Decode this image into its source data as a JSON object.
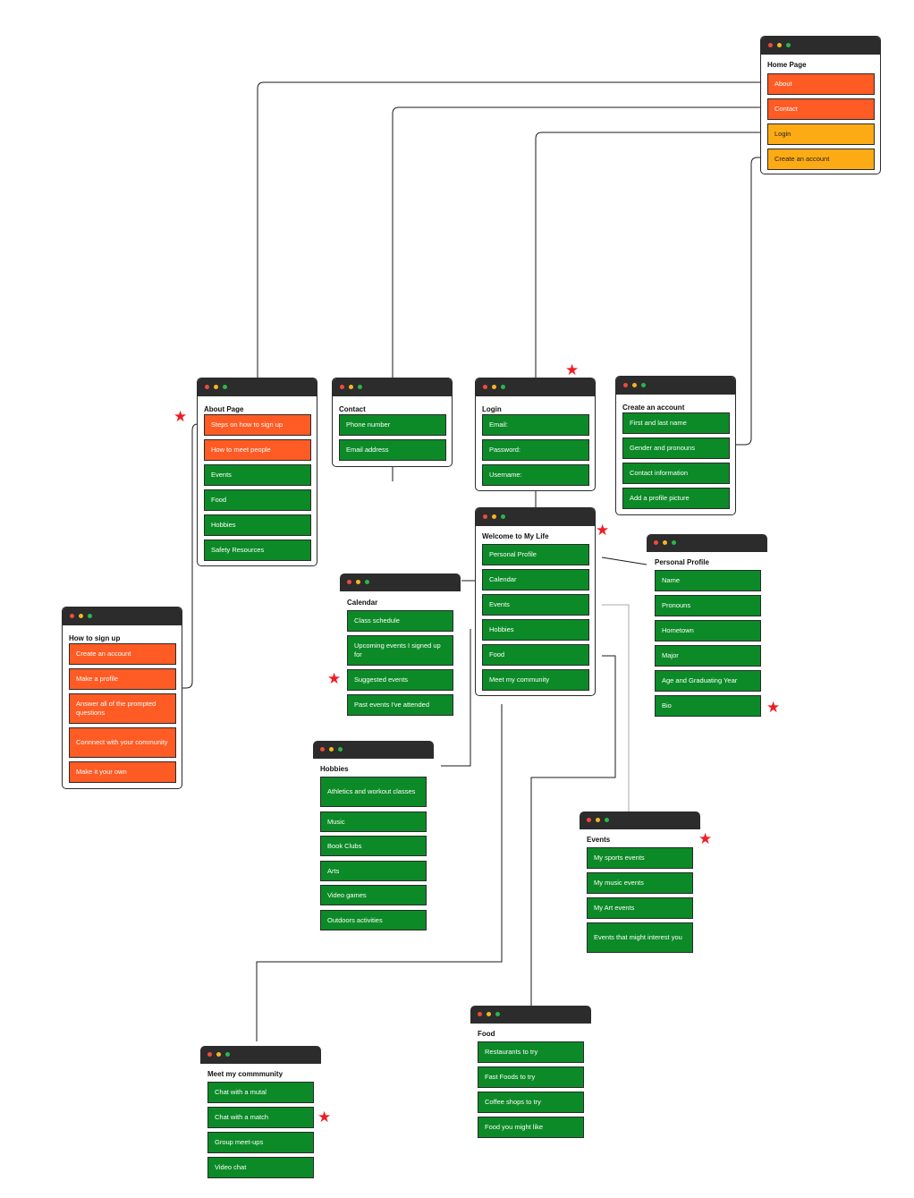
{
  "windows": {
    "home": {
      "title": "Home Page",
      "items": [
        "About",
        "Contact",
        "Login",
        "Create an account"
      ]
    },
    "about": {
      "title": "About Page",
      "items": [
        "Steps on how to sign up",
        "How to meet people",
        "Events",
        "Food",
        "Hobbies",
        "Safety Resources"
      ]
    },
    "contact": {
      "title": "Contact",
      "items": [
        "Phone number",
        "Email address"
      ]
    },
    "login": {
      "title": "Login",
      "items": [
        "Email:",
        "Password:",
        "Username:"
      ]
    },
    "create": {
      "title": "Create an account",
      "items": [
        "First and last name",
        "Gender and pronouns",
        "Contact information",
        "Add a profile picture"
      ]
    },
    "signup": {
      "title": "How to sign up",
      "items": [
        "Create an account",
        "Make a profile",
        "Answer all of the prompted questions",
        "Connnect with your community",
        "Make it your own"
      ]
    },
    "welcome": {
      "title": "Welcome to My Life",
      "items": [
        "Personal Profile",
        "Calendar",
        "Events",
        "Hobbies",
        "Food",
        "Meet my community"
      ]
    },
    "calendar": {
      "title": "Calendar",
      "items": [
        "Class schedule",
        "Upcoming events I signed up for",
        "Suggested events",
        "Past events I've attended"
      ]
    },
    "profile": {
      "title": "Personal Profile",
      "items": [
        "Name",
        "Pronouns",
        "Hometown",
        "Major",
        "Age and Graduating Year",
        "Bio"
      ]
    },
    "hobbies": {
      "title": "Hobbies",
      "items": [
        "Athletics and workout classes",
        "Music",
        "Book Clubs",
        "Arts",
        "Video games",
        "Outdoors activities"
      ]
    },
    "events": {
      "title": "Events",
      "items": [
        "My sports events",
        "My music events",
        "My Art events",
        "Events that might interest you"
      ]
    },
    "food": {
      "title": "Food",
      "items": [
        "Restaurants to try",
        "Fast Foods to try",
        "Coffee shops to try",
        "Food you might like"
      ]
    },
    "community": {
      "title": "Meet my commmunity",
      "items": [
        "Chat with a mutal",
        "Chat with a match",
        "Group meet-ups",
        "Video chat"
      ]
    }
  },
  "star_symbol": "★",
  "colors": {
    "title_bar": "#2c2c2c",
    "green": "#0c8a27",
    "orange": "#ff5b24",
    "yellow": "#fdab14",
    "star": "#ee1d24"
  }
}
